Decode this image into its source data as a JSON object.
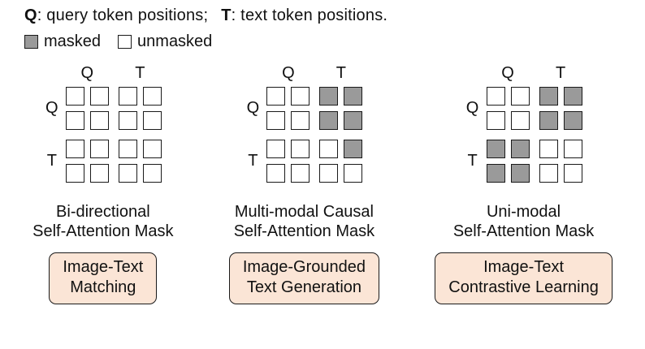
{
  "legend": {
    "q_term": "Q",
    "q_desc": ": query token positions;",
    "t_term": "T",
    "t_desc": ": text token positions.",
    "masked_label": "masked",
    "unmasked_label": "unmasked"
  },
  "colors": {
    "masked": "#9a9a9a",
    "unmasked": "#ffffff",
    "box_fill": "#fbe5d6",
    "border": "#1a1a1a"
  },
  "panels": [
    {
      "col_labels": [
        "Q",
        "T"
      ],
      "row_labels": [
        "Q",
        "T"
      ],
      "mask": [
        [
          0,
          0,
          0,
          0
        ],
        [
          0,
          0,
          0,
          0
        ],
        [
          0,
          0,
          0,
          0
        ],
        [
          0,
          0,
          0,
          0
        ]
      ],
      "caption_line1": "Bi-directional",
      "caption_line2": "Self-Attention Mask",
      "box_line1": "Image-Text",
      "box_line2": "Matching"
    },
    {
      "col_labels": [
        "Q",
        "T"
      ],
      "row_labels": [
        "Q",
        "T"
      ],
      "mask": [
        [
          0,
          0,
          1,
          1
        ],
        [
          0,
          0,
          1,
          1
        ],
        [
          0,
          0,
          0,
          1
        ],
        [
          0,
          0,
          0,
          0
        ]
      ],
      "caption_line1": "Multi-modal Causal",
      "caption_line2": "Self-Attention Mask",
      "box_line1": "Image-Grounded",
      "box_line2": "Text Generation"
    },
    {
      "col_labels": [
        "Q",
        "T"
      ],
      "row_labels": [
        "Q",
        "T"
      ],
      "mask": [
        [
          0,
          0,
          1,
          1
        ],
        [
          0,
          0,
          1,
          1
        ],
        [
          1,
          1,
          0,
          0
        ],
        [
          1,
          1,
          0,
          0
        ]
      ],
      "caption_line1": "Uni-modal",
      "caption_line2": "Self-Attention Mask",
      "box_line1": "Image-Text",
      "box_line2": "Contrastive Learning"
    }
  ]
}
